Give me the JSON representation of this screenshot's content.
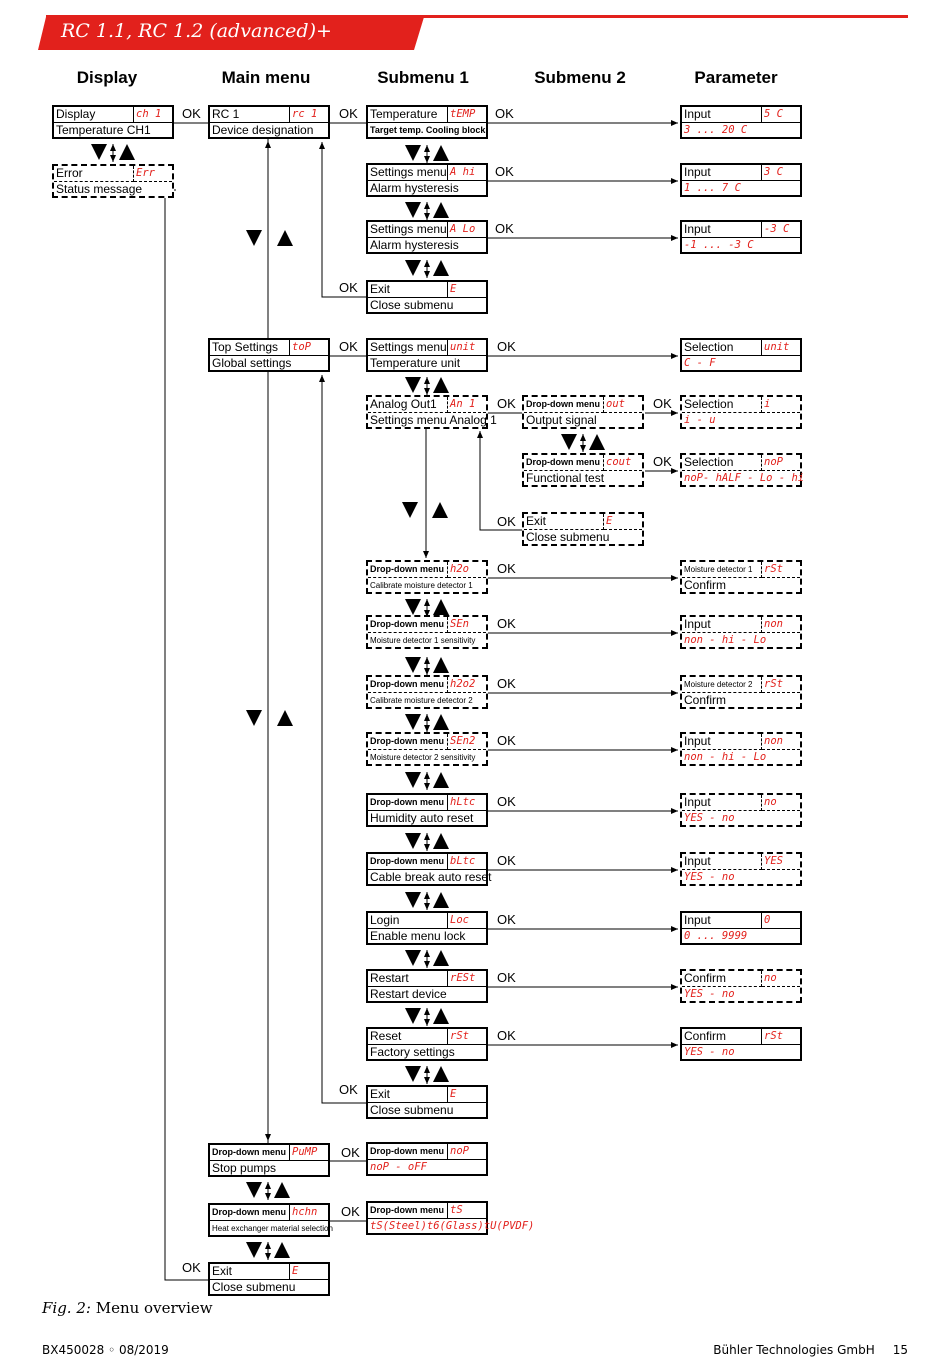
{
  "header": {
    "title": "RC 1.1, RC 1.2 (advanced)+",
    "brand_color": "#e2211c"
  },
  "columns": [
    "Display",
    "Main menu",
    "Submenu 1",
    "Submenu 2",
    "Parameter"
  ],
  "ok_label": "OK",
  "boxes": [
    {
      "id": "disp",
      "label": "Display",
      "code": "ch 1",
      "sub": "Temperature CH1"
    },
    {
      "id": "err",
      "label": "Error",
      "code": "Err",
      "sub": "Status message"
    },
    {
      "id": "rc1",
      "label": "RC 1",
      "code": "rc 1",
      "sub": "Device designation"
    },
    {
      "id": "top",
      "label": "Top Settings",
      "code": "toP",
      "sub": "Global settings"
    },
    {
      "id": "pump",
      "label": "Drop-down menu",
      "code": "PuMP",
      "sub": "Stop pumps"
    },
    {
      "id": "hchn",
      "label": "Drop-down menu",
      "code": "hchn",
      "sub": "Heat exchanger material selection"
    },
    {
      "id": "exitmain",
      "label": "Exit",
      "code": "E",
      "sub": "Close submenu"
    },
    {
      "id": "temp",
      "label": "Temperature",
      "code": "tEMP",
      "sub": "Target temp. Cooling block"
    },
    {
      "id": "ahi",
      "label": "Settings menu",
      "code": "A hi",
      "sub": "Alarm hysteresis"
    },
    {
      "id": "alo",
      "label": "Settings menu",
      "code": "A Lo",
      "sub": "Alarm hysteresis"
    },
    {
      "id": "exit1",
      "label": "Exit",
      "code": "E",
      "sub": "Close submenu"
    },
    {
      "id": "unit",
      "label": "Settings menu",
      "code": "unit",
      "sub": "Temperature unit"
    },
    {
      "id": "an1",
      "label": "Analog Out1",
      "code": "An 1",
      "sub": "Settings menu Analog 1"
    },
    {
      "id": "h2o",
      "label": "Drop-down menu",
      "code": "h2o",
      "sub": "Calibrate moisture detector 1"
    },
    {
      "id": "sen",
      "label": "Drop-down menu",
      "code": "SEn",
      "sub": "Moisture detector 1 sensitivity"
    },
    {
      "id": "h2o2",
      "label": "Drop-down menu",
      "code": "h2o2",
      "sub": "Calibrate moisture detector 2"
    },
    {
      "id": "sen2",
      "label": "Drop-down menu",
      "code": "SEn2",
      "sub": "Moisture detector 2 sensitivity"
    },
    {
      "id": "hltc",
      "label": "Drop-down menu",
      "code": "hLtc",
      "sub": "Humidity auto reset"
    },
    {
      "id": "bltc",
      "label": "Drop-down menu",
      "code": "bLtc",
      "sub": "Cable break auto reset"
    },
    {
      "id": "loc",
      "label": "Login",
      "code": "Loc",
      "sub": "Enable menu lock"
    },
    {
      "id": "rest",
      "label": "Restart",
      "code": "rESt",
      "sub": "Restart device"
    },
    {
      "id": "rst",
      "label": "Reset",
      "code": "rSt",
      "sub": "Factory settings"
    },
    {
      "id": "exit2",
      "label": "Exit",
      "code": "E",
      "sub": "Close submenu"
    },
    {
      "id": "nop",
      "label": "Drop-down menu",
      "code": "noP",
      "sub": "noP - oFF"
    },
    {
      "id": "ts",
      "label": "Drop-down menu",
      "code": "tS",
      "sub": "tS(Steel)t6(Glass)tU(PVDF)"
    },
    {
      "id": "out",
      "label": "Drop-down menu",
      "code": "out",
      "sub": "Output signal"
    },
    {
      "id": "cout",
      "label": "Drop-down menu",
      "code": "cout",
      "sub": "Functional test"
    },
    {
      "id": "exit3",
      "label": "Exit",
      "code": "E",
      "sub": "Close submenu"
    },
    {
      "id": "p_temp",
      "label": "Input",
      "code": "5 C",
      "sub": "3 ... 20 C"
    },
    {
      "id": "p_ahi",
      "label": "Input",
      "code": "3 C",
      "sub": "1 ... 7 C"
    },
    {
      "id": "p_alo",
      "label": "Input",
      "code": "-3 C",
      "sub": "-1 ... -3 C"
    },
    {
      "id": "p_unit",
      "label": "Selection",
      "code": "unit",
      "sub": "C - F"
    },
    {
      "id": "p_out",
      "label": "Selection",
      "code": "i",
      "sub": "i - u"
    },
    {
      "id": "p_cout",
      "label": "Selection",
      "code": "noP",
      "sub": "noP- hALF - Lo - hi"
    },
    {
      "id": "p_h2o",
      "label": "Moisture detector 1",
      "code": "rSt",
      "sub": "Confirm"
    },
    {
      "id": "p_sen",
      "label": "Input",
      "code": "non",
      "sub": "non - hi - Lo"
    },
    {
      "id": "p_h2o2",
      "label": "Moisture detector 2",
      "code": "rSt",
      "sub": "Confirm"
    },
    {
      "id": "p_sen2",
      "label": "Input",
      "code": "non",
      "sub": "non - hi - Lo"
    },
    {
      "id": "p_hltc",
      "label": "Input",
      "code": "no",
      "sub": "YES - no"
    },
    {
      "id": "p_bltc",
      "label": "Input",
      "code": "YES",
      "sub": "YES - no"
    },
    {
      "id": "p_loc",
      "label": "Input",
      "code": "0",
      "sub": "0 ... 9999"
    },
    {
      "id": "p_rest",
      "label": "Confirm",
      "code": "no",
      "sub": "YES - no"
    },
    {
      "id": "p_rst",
      "label": "Confirm",
      "code": "rSt",
      "sub": "YES - no"
    }
  ],
  "caption": {
    "prefix": "Fig. 2:",
    "text": "Menu overview"
  },
  "footer": {
    "doc": "BX450028 ◦ 08/2019",
    "company": "Bühler Technologies GmbH",
    "page": "15"
  }
}
